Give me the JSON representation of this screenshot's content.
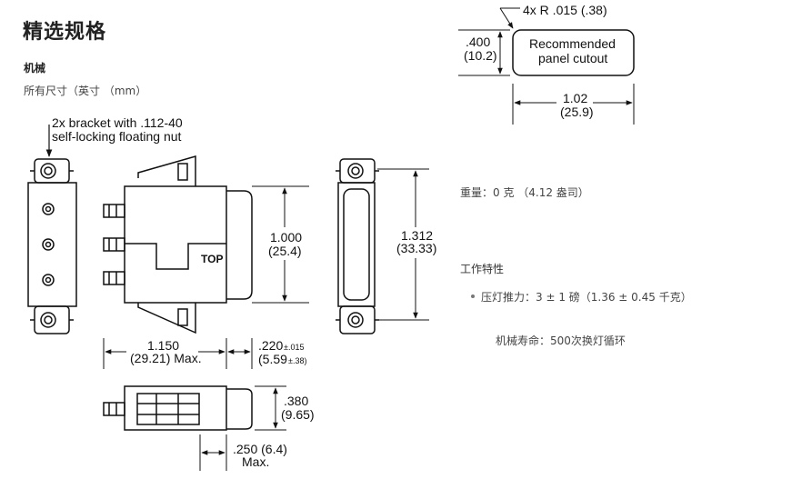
{
  "header": {
    "title": "精选规格",
    "section": "机械",
    "units_note": "所有尺寸（英寸 （mm）"
  },
  "specs": {
    "weight": "重量：0 克 （4.12 盎司）",
    "performance_title": "工作特性",
    "actuation_force": "压灯推力：3 ± 1 磅（1.36 ± 0.45 千克）",
    "mechanical_life": "机械寿命：500次换灯循环"
  },
  "drawing": {
    "bracket_note_line1": "2x bracket with .112-40",
    "bracket_note_line2": "self-locking floating nut",
    "top_label": "TOP",
    "height_in": "1.000",
    "height_mm": "(25.4)",
    "overall_height_in": "1.312",
    "overall_height_mm": "(33.33)",
    "length_in": "1.150",
    "length_mm": "(29.21) Max.",
    "bezel_in": ".220",
    "bezel_tol_in": "±.015",
    "bezel_mm": "(5.59",
    "bezel_tol_mm": "±.38)",
    "depth_in": ".380",
    "depth_mm": "(9.65)",
    "front_in": ".250 (6.4)",
    "front_max": "Max.",
    "cutout_radius": "4x R .015 (.38)",
    "cutout_h_in": ".400",
    "cutout_h_mm": "(10.2)",
    "cutout_label1": "Recommended",
    "cutout_label2": "panel cutout",
    "cutout_w_in": "1.02",
    "cutout_w_mm": "(25.9)"
  }
}
